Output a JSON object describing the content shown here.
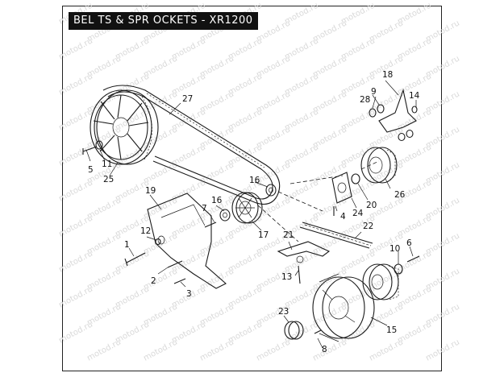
{
  "title": "BEL TS & SPR OCKETS - XR1200",
  "watermark": "motod.ru",
  "callouts": {
    "n1": "1",
    "n2": "2",
    "n3": "3",
    "n4": "4",
    "n5": "5",
    "n6": "6",
    "n7": "7",
    "n8": "8",
    "n9": "9",
    "n10": "10",
    "n11": "11",
    "n12": "12",
    "n13": "13",
    "n14": "14",
    "n15": "15",
    "n16a": "16",
    "n16b": "16",
    "n17": "17",
    "n18": "18",
    "n19": "19",
    "n20": "20",
    "n21": "21",
    "n22": "22",
    "n23": "23",
    "n24": "24",
    "n25": "25",
    "n26": "26",
    "n27": "27",
    "n28": "28"
  }
}
